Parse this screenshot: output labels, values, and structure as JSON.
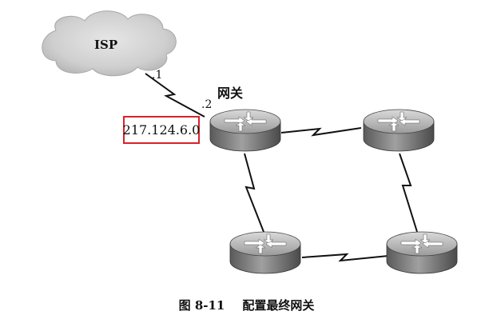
{
  "diagram": {
    "isp_label": "ISP",
    "gateway_label": "网关",
    "link_isp_side": ".1",
    "link_gateway_side": ".2",
    "network_address": "217.124.6.0",
    "highlight_color": "#d8232a"
  },
  "caption": {
    "figure_number": "图 8-11",
    "title": "配置最终网关"
  }
}
